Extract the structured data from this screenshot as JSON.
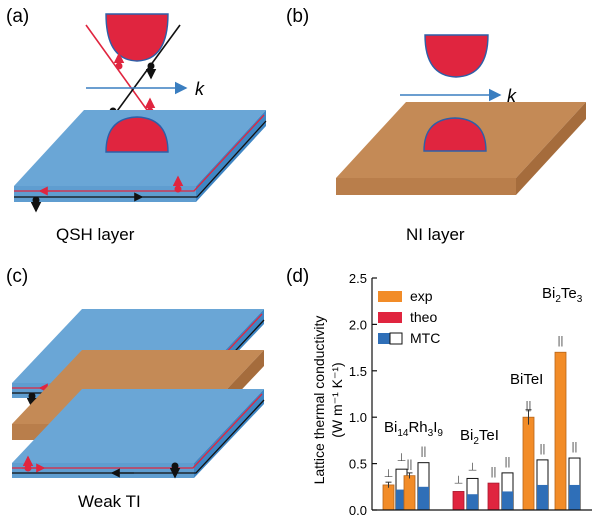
{
  "panels": {
    "a": {
      "tag": "(a)",
      "caption": "QSH layer",
      "k_label": "k"
    },
    "b": {
      "tag": "(b)",
      "caption": "NI layer",
      "k_label": "k"
    },
    "c": {
      "tag": "(c)",
      "caption": "Weak TI"
    },
    "d": {
      "tag": "(d)"
    }
  },
  "colors": {
    "blue_layer": "#6aa6d6",
    "blue_layer_side": "#3f86c4",
    "brown_layer": "#c48a56",
    "brown_layer_side": "#a56c3c",
    "cone_red": "#e0253f",
    "edge_red": "#e0253f",
    "edge_black": "#111111",
    "k_arrow": "#3a7ec0",
    "exp_orange": "#f28c28",
    "theo_red": "#e0253f",
    "mtc_blue": "#2f6fb8"
  },
  "chart_data": {
    "type": "bar",
    "ylabel_line1": "Lattice thermal conductivity",
    "ylabel_line2": "(W m⁻¹ K⁻¹)",
    "ylim": [
      0,
      2.5
    ],
    "yticks": [
      "0.0",
      "0.5",
      "1.0",
      "1.5",
      "2.0",
      "2.5"
    ],
    "legend": [
      {
        "label": "exp",
        "color": "#f28c28",
        "style": "solid"
      },
      {
        "label": "theo",
        "color": "#e0253f",
        "style": "solid"
      },
      {
        "label": "MTC",
        "color": "#2f6fb8",
        "style": "split"
      }
    ],
    "groups": [
      {
        "material": "Bi14Rh3I9",
        "bars": [
          {
            "kind": "exp",
            "value": 0.27,
            "error": 0.03,
            "direction": "⊥"
          },
          {
            "kind": "mtc",
            "value": 0.44,
            "blue": 0.22,
            "direction": "⊥"
          },
          {
            "kind": "exp",
            "value": 0.37,
            "error": 0.03,
            "direction": "||"
          },
          {
            "kind": "mtc",
            "value": 0.51,
            "blue": 0.25,
            "direction": "||"
          }
        ]
      },
      {
        "material": "Bi2TeI",
        "bars": [
          {
            "kind": "theo",
            "value": 0.2,
            "direction": "⊥"
          },
          {
            "kind": "mtc",
            "value": 0.34,
            "blue": 0.17,
            "direction": "⊥"
          },
          {
            "kind": "theo",
            "value": 0.29,
            "direction": "||"
          },
          {
            "kind": "mtc",
            "value": 0.4,
            "blue": 0.2,
            "direction": "||"
          }
        ]
      },
      {
        "material": "BiTeI",
        "bars": [
          {
            "kind": "exp",
            "value": 1.0,
            "error": 0.08,
            "direction": "||"
          },
          {
            "kind": "mtc",
            "value": 0.54,
            "blue": 0.27,
            "direction": "||"
          }
        ]
      },
      {
        "material": "Bi2Te3",
        "bars": [
          {
            "kind": "exp",
            "value": 1.7,
            "direction": "||"
          },
          {
            "kind": "mtc",
            "value": 0.56,
            "blue": 0.27,
            "direction": "||"
          }
        ]
      }
    ]
  }
}
